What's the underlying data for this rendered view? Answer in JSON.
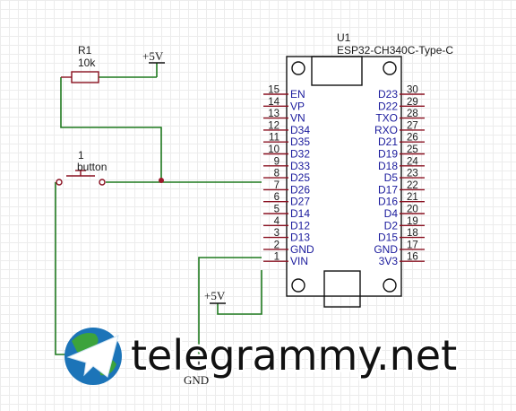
{
  "module": {
    "ref": "U1",
    "part": "ESP32-CH340C-Type-C",
    "left_pins": [
      {
        "num": "15",
        "name": "EN"
      },
      {
        "num": "14",
        "name": "VP"
      },
      {
        "num": "13",
        "name": "VN"
      },
      {
        "num": "12",
        "name": "D34"
      },
      {
        "num": "11",
        "name": "D35"
      },
      {
        "num": "10",
        "name": "D32"
      },
      {
        "num": "9",
        "name": "D33"
      },
      {
        "num": "8",
        "name": "D25"
      },
      {
        "num": "7",
        "name": "D26"
      },
      {
        "num": "6",
        "name": "D27"
      },
      {
        "num": "5",
        "name": "D14"
      },
      {
        "num": "4",
        "name": "D12"
      },
      {
        "num": "3",
        "name": "D13"
      },
      {
        "num": "2",
        "name": "GND"
      },
      {
        "num": "1",
        "name": "VIN"
      }
    ],
    "right_pins": [
      {
        "num": "30",
        "name": "D23"
      },
      {
        "num": "29",
        "name": "D22"
      },
      {
        "num": "28",
        "name": "TXO"
      },
      {
        "num": "27",
        "name": "RXO"
      },
      {
        "num": "26",
        "name": "D21"
      },
      {
        "num": "25",
        "name": "D19"
      },
      {
        "num": "24",
        "name": "D18"
      },
      {
        "num": "23",
        "name": "D5"
      },
      {
        "num": "22",
        "name": "D17"
      },
      {
        "num": "21",
        "name": "D16"
      },
      {
        "num": "20",
        "name": "D4"
      },
      {
        "num": "19",
        "name": "D2"
      },
      {
        "num": "18",
        "name": "D15"
      },
      {
        "num": "17",
        "name": "GND"
      },
      {
        "num": "16",
        "name": "3V3"
      }
    ]
  },
  "resistor": {
    "ref": "R1",
    "value": "10k"
  },
  "button": {
    "ref": "1",
    "value": "button"
  },
  "power_top": {
    "label": "+5V"
  },
  "power_bottom": {
    "label": "+5V"
  },
  "ground": {
    "label": "GND"
  },
  "watermark": {
    "text": "telegrammy.net"
  },
  "colors": {
    "wire": "#1f7a1f",
    "component": "#8a1020",
    "pin_name": "#1a1a9c",
    "grid": "#ececec"
  }
}
